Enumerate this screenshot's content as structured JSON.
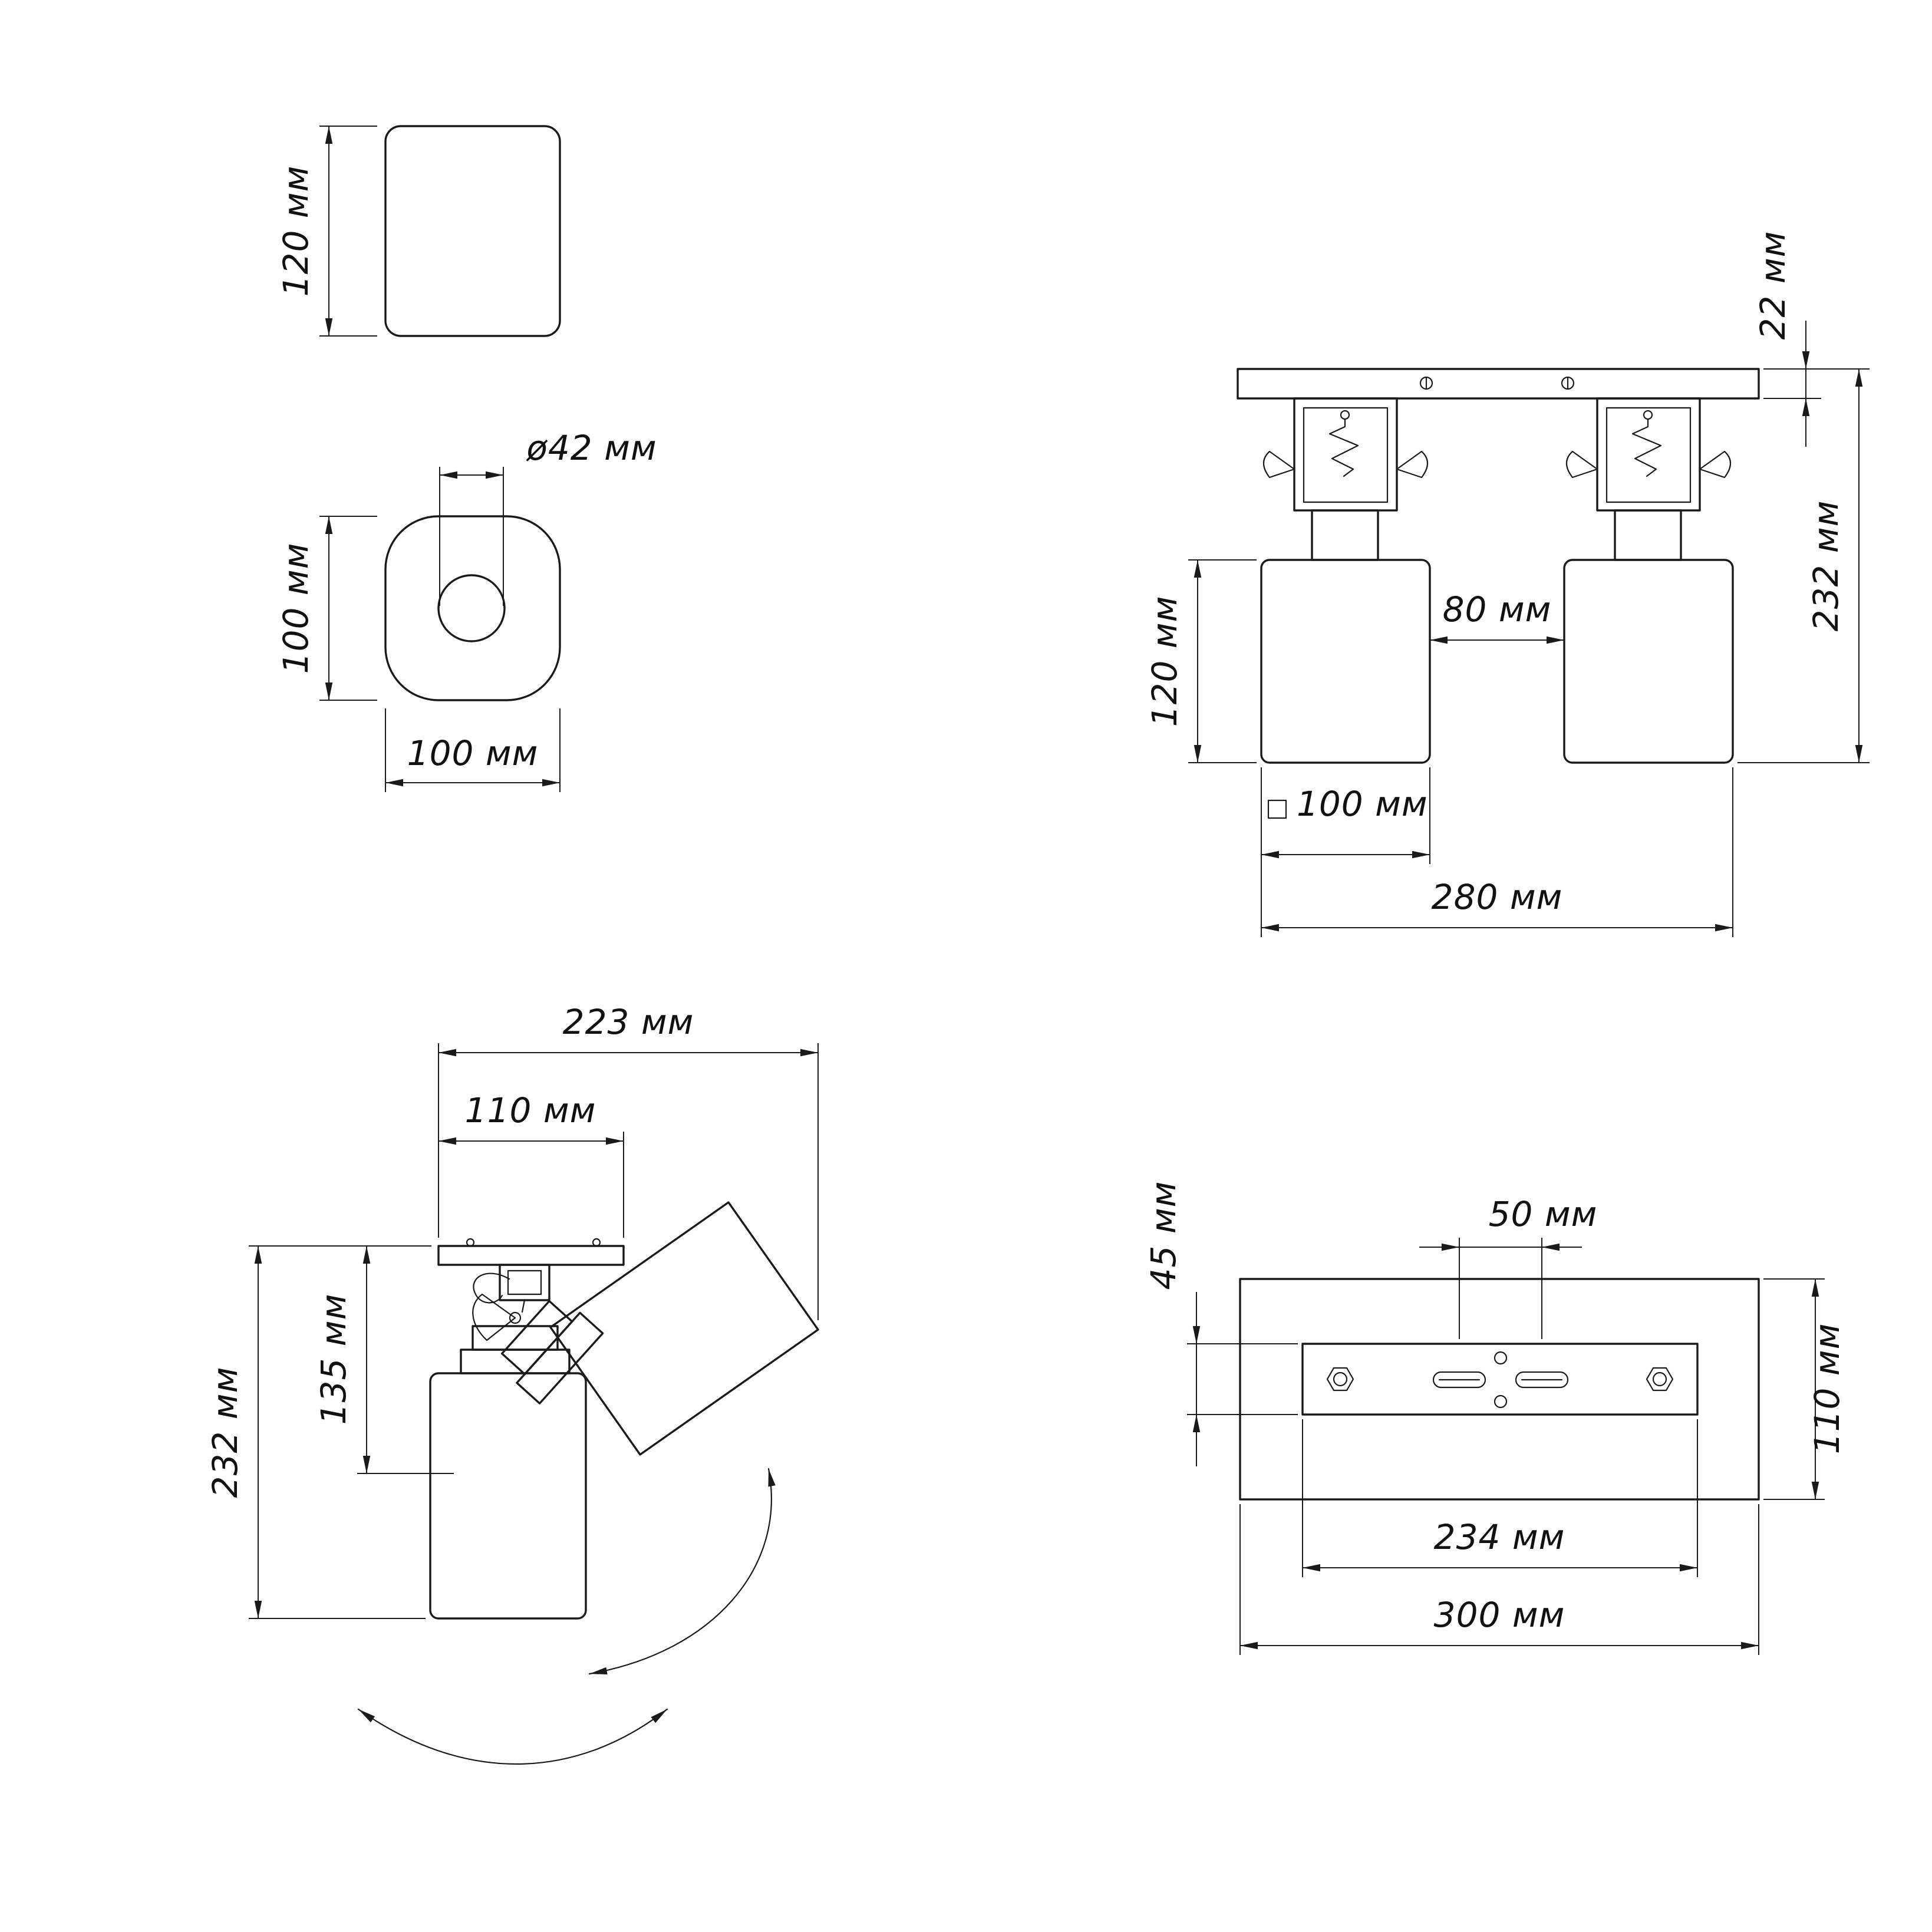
{
  "drawing": {
    "views": {
      "shadeSide": {
        "height": "120 мм"
      },
      "shadeTop": {
        "hole_diameter": "ø42 мм",
        "depth": "100 мм",
        "width": "100 мм"
      },
      "front": {
        "plate_thickness": "22 мм",
        "total_height": "232 мм",
        "shade_gap": "80 мм",
        "shade_height": "120 мм",
        "shade_width": "100 мм",
        "overall_width": "280 мм"
      },
      "sideTilt": {
        "overall_width": "223 мм",
        "plate_width": "110 мм",
        "hinge_height": "135 мм",
        "total_height": "232 мм"
      },
      "plateTop": {
        "slot_spacing": "50 мм",
        "bracket_depth": "45 мм",
        "plate_depth": "110 мм",
        "bracket_length": "234 мм",
        "plate_length": "300 мм"
      }
    }
  }
}
